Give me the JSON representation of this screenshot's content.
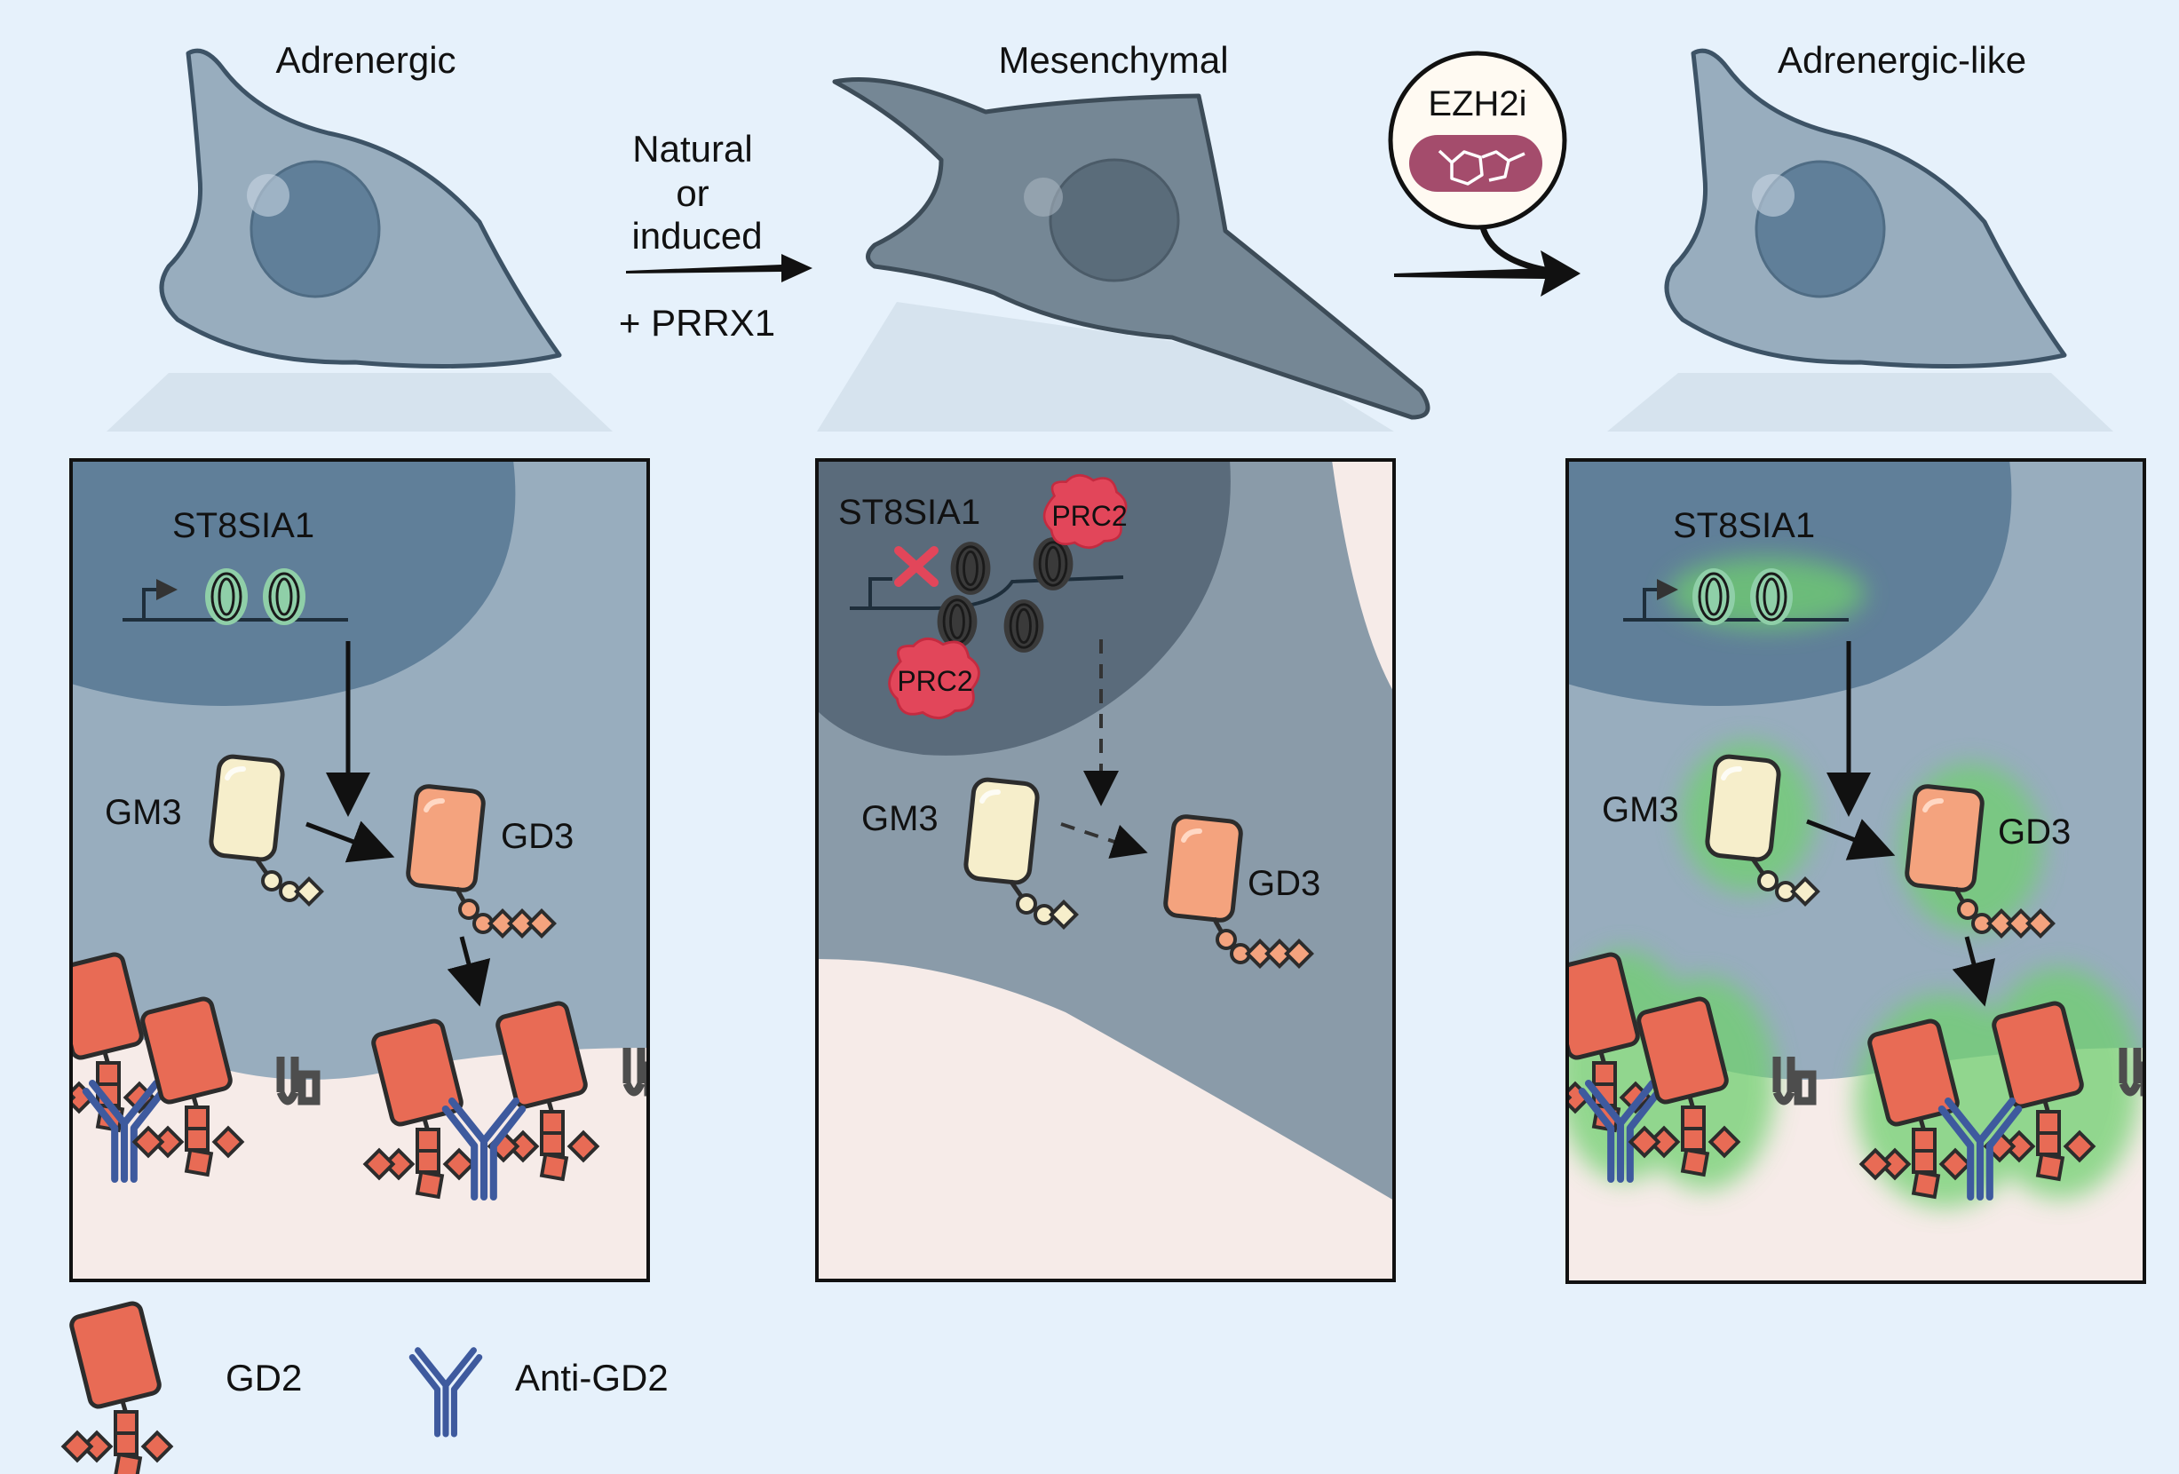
{
  "stages": {
    "left_title": "Adrenergic",
    "middle_title": "Mesenchymal",
    "right_title": "Adrenergic-like"
  },
  "transition1": {
    "line1": "Natural",
    "line2": "or",
    "line3": "induced",
    "factor": "+ PRRX1"
  },
  "transition2": {
    "drug": "EZH2i"
  },
  "panels": {
    "left": {
      "gene": "ST8SIA1",
      "substrate": "GM3",
      "product": "GD3"
    },
    "middle": {
      "gene": "ST8SIA1",
      "substrate": "GM3",
      "product": "GD3",
      "repressor": "PRC2"
    },
    "right": {
      "gene": "ST8SIA1",
      "substrate": "GM3",
      "product": "GD3"
    }
  },
  "legend": {
    "gd2": "GD2",
    "antibody": "Anti-GD2"
  },
  "colors": {
    "background": "#e6f1fb",
    "cell_adrenergic": "#98adbe",
    "cell_mesenchymal": "#758795",
    "nucleus": "#607f99",
    "gm3": "#f6eecb",
    "gd3": "#f4a37e",
    "gd2": "#e86b55",
    "antibody": "#3e5a9e",
    "prc2": "#e2465a",
    "nucleosome_active": "#8fcfa8",
    "nucleosome_silenced": "#3a3a3a",
    "drug_pill": "#a44c6c",
    "glow": "#6fd06f"
  }
}
